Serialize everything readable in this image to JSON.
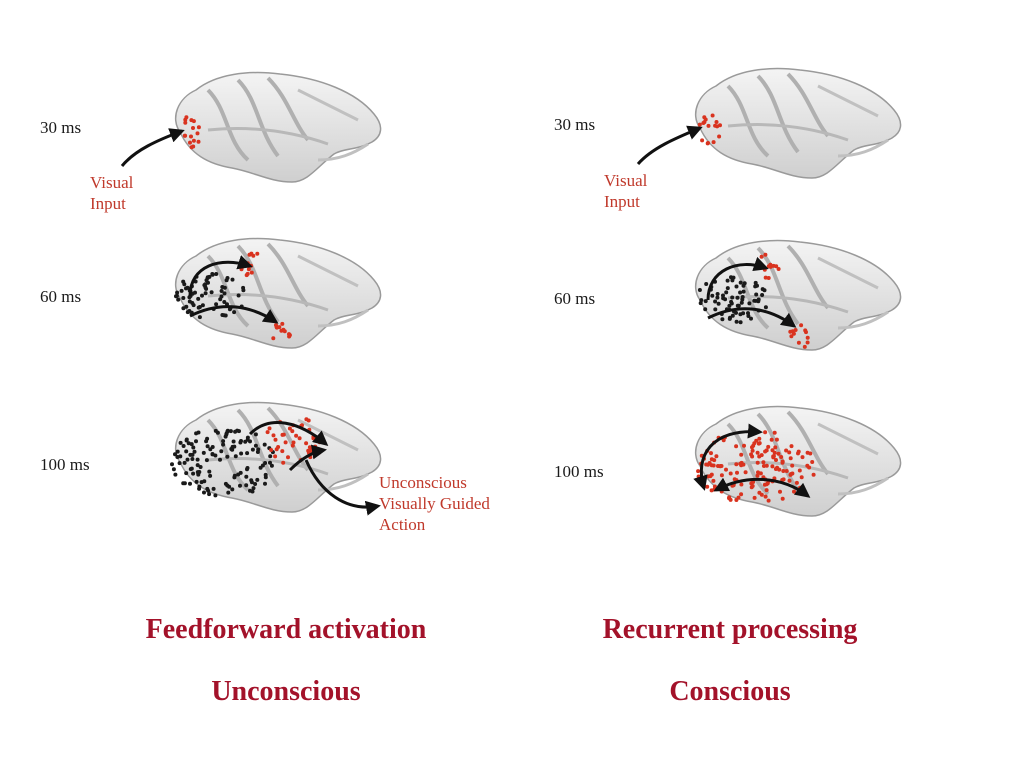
{
  "left_panel": {
    "times": [
      "30 ms",
      "60 ms",
      "100 ms"
    ],
    "visual_input": [
      "Visual",
      "Input"
    ],
    "action_label": [
      "Unconscious",
      "Visually Guided",
      "Action"
    ],
    "caption_title": "Feedforward activation",
    "caption_subtitle": "Unconscious"
  },
  "right_panel": {
    "times": [
      "30 ms",
      "60 ms",
      "100 ms"
    ],
    "visual_input": [
      "Visual",
      "Input"
    ],
    "caption_title": "Recurrent processing",
    "caption_subtitle": "Conscious"
  },
  "colors": {
    "caption": "#a3122a",
    "annotation": "#c0392b",
    "active_dot": "#d9331f",
    "passive_dot": "#1a1a1a",
    "arrow": "#111111",
    "brain_fill": "#e6e6e6",
    "brain_stroke": "#9a9a9a"
  }
}
